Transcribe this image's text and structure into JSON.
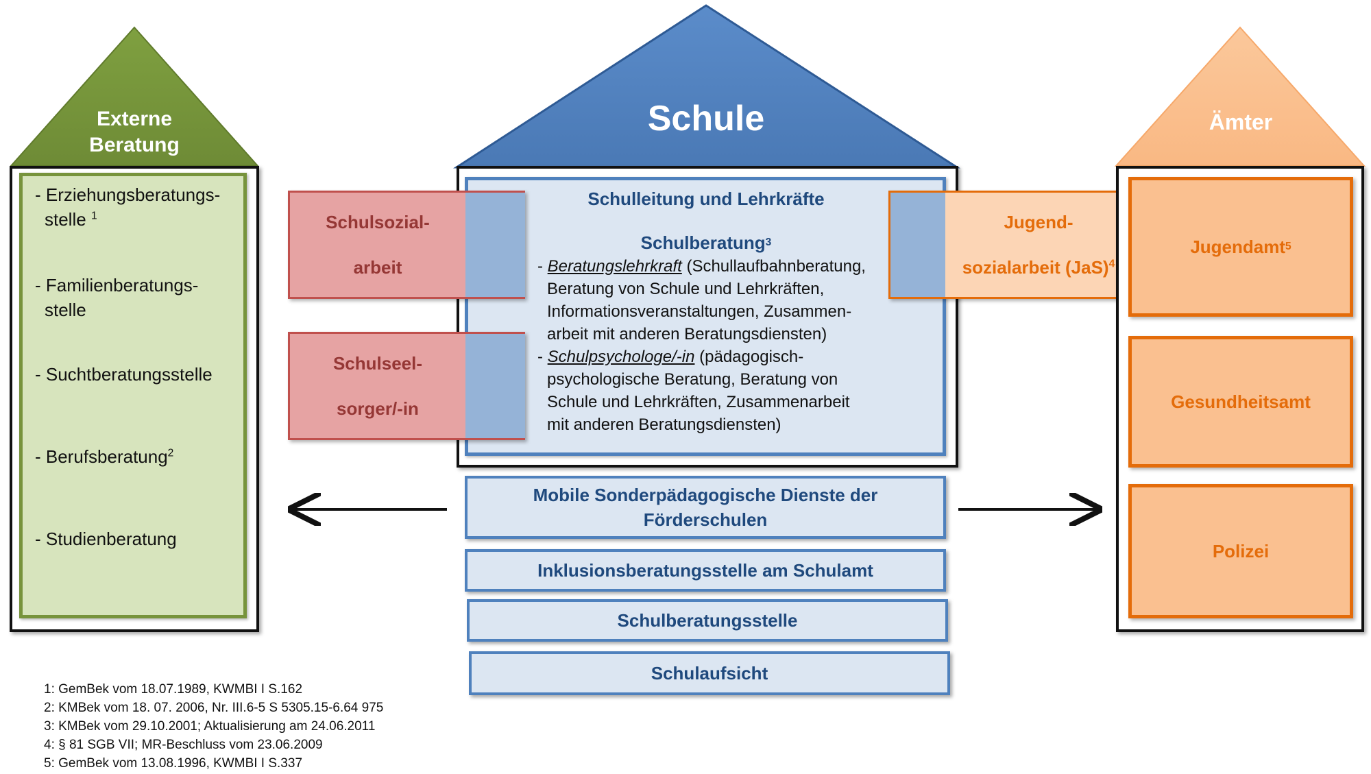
{
  "left_house": {
    "title_line1": "Externe",
    "title_line2": "Beratung",
    "items": [
      {
        "line1": "- Erziehungsberatungs-",
        "line2": "stelle",
        "sup": "1"
      },
      {
        "line1": "- Familienberatungs-",
        "line2": "stelle",
        "sup": ""
      },
      {
        "line1": "- Suchtberatungsstelle",
        "line2": "",
        "sup": ""
      },
      {
        "line1": "- Berufsberatung",
        "line2": "",
        "sup": "2"
      },
      {
        "line1": "- Studienberatung",
        "line2": "",
        "sup": ""
      }
    ]
  },
  "center_house": {
    "title": "Schule",
    "heading": "Schulleitung und Lehrkräfte",
    "subheading": "Schulberatung",
    "subheading_sup": "3",
    "item1": {
      "prefix": "- ",
      "term": "Beratungslehrkraft",
      "lines": [
        " (Schullaufbahnberatung,",
        "Beratung von Schule und Lehrkräften,",
        "Informationsveranstaltungen, Zusammen-",
        "arbeit mit anderen Beratungsdiensten)"
      ]
    },
    "item2": {
      "prefix": "- ",
      "term": "Schulpsychologe/-in",
      "lines": [
        " (pädagogisch-",
        "psychologische Beratung, Beratung von",
        "Schule und Lehrkräften, Zusammenarbeit",
        "mit anderen Beratungsdiensten)"
      ]
    },
    "red_boxes": [
      {
        "line1": "Schulsozial-",
        "line2": "arbeit"
      },
      {
        "line1": "Schulseel-",
        "line2": "sorger/-in"
      }
    ],
    "jas": {
      "line1": "Jugend-",
      "line2": "sozialarbeit (JaS)",
      "sup": "4"
    },
    "base_bars": [
      {
        "line1": "Mobile Sonderpädagogische Dienste der",
        "line2": "Förderschulen"
      },
      {
        "line1": "Inklusionsberatungsstelle am Schulamt",
        "line2": ""
      },
      {
        "line1": "Schulberatungsstelle",
        "line2": ""
      },
      {
        "line1": "Schulaufsicht",
        "line2": ""
      }
    ]
  },
  "right_house": {
    "title": "Ämter",
    "boxes": [
      {
        "label": "Jugendamt",
        "sup": "5"
      },
      {
        "label": "Gesundheitsamt",
        "sup": ""
      },
      {
        "label": "Polizei",
        "sup": ""
      }
    ]
  },
  "footnotes": [
    "1: GemBek vom 18.07.1989, KWMBI I S.162",
    "2: KMBek vom 18. 07. 2006, Nr. III.6-5 S 5305.15-6.64 975",
    "3: KMBek vom 29.10.2001; Aktualisierung am 24.06.2011",
    "4: § 81 SGB VII; MR-Beschluss vom 23.06.2009",
    "5: GemBek vom 13.08.1996, KWMBI I S.337"
  ],
  "colors": {
    "green_roof": "#77933c",
    "blue_roof": "#4f81bd",
    "orange_roof": "#fac090",
    "green_fill": "#d7e4bd",
    "blue_fill": "#dce6f2",
    "red_fill": "#e6a3a3",
    "orange_fill": "#fcd5b5",
    "title_blue": "#1f497d",
    "title_red": "#953735",
    "title_orange": "#e46c0a"
  }
}
